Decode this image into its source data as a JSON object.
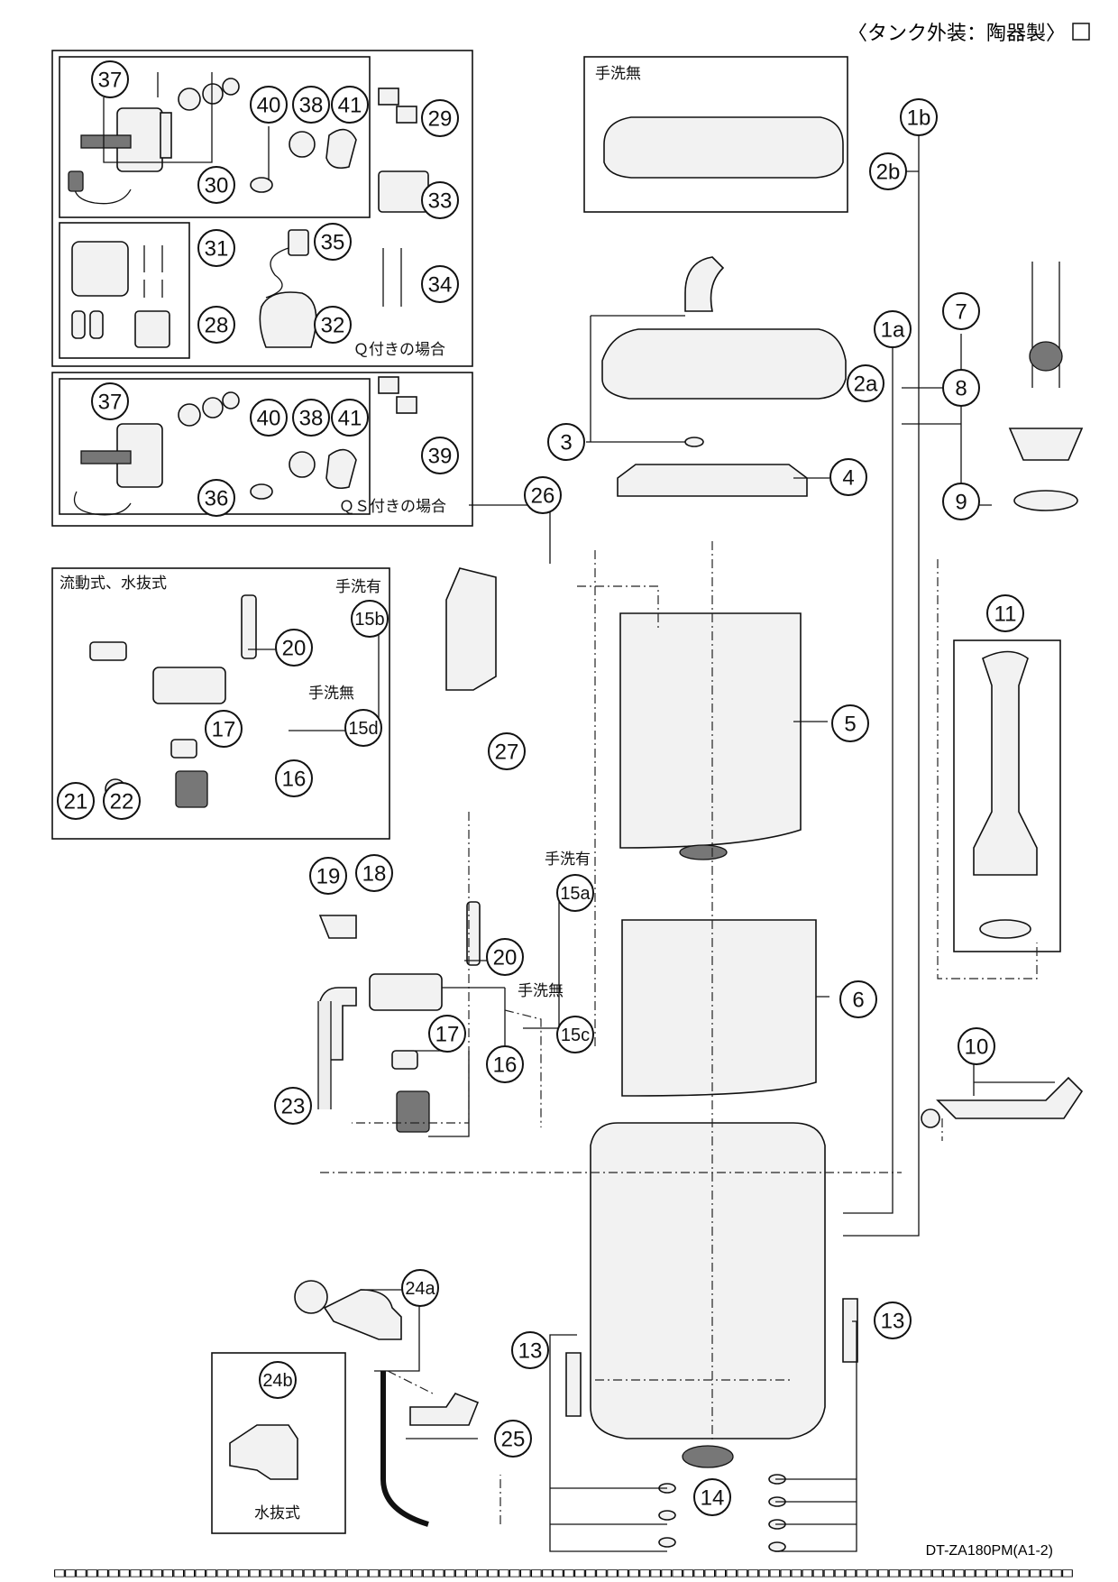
{
  "header": {
    "title": "〈タンク外装：陶器製〉"
  },
  "labels": {
    "no_handwash_top": "手洗無",
    "q_case": "Ｑ付きの場合",
    "qs_case": "ＱＳ付きの場合",
    "flow_type": "流動式、水抜式",
    "hw_yes": "手洗有",
    "hw_no": "手洗無",
    "drain_type": "水抜式",
    "doc_code": "DT-ZA180PM(A1-2)"
  },
  "footer": {
    "glyphs": "□□□□□□□□□□□□□□□□□□□□□□□□□□□□□□□□□□□□□□□□□□□□□□□□□□□□□□□□□□□□□□□□□□□□□□□□□□□□□□□□□□□□□□□□□□□□□□"
  },
  "callouts": [
    "37",
    "40",
    "38",
    "41",
    "29",
    "30",
    "33",
    "31",
    "35",
    "34",
    "28",
    "32",
    "37",
    "40",
    "38",
    "41",
    "39",
    "36",
    "1b",
    "2b",
    "1a",
    "2a",
    "7",
    "8",
    "9",
    "3",
    "4",
    "26",
    "27",
    "5",
    "11",
    "15b",
    "20",
    "15d",
    "17",
    "16",
    "21",
    "22",
    "19",
    "18",
    "15a",
    "20",
    "15c",
    "17",
    "16",
    "6",
    "10",
    "23",
    "24a",
    "13",
    "13",
    "25",
    "14",
    "24b"
  ]
}
